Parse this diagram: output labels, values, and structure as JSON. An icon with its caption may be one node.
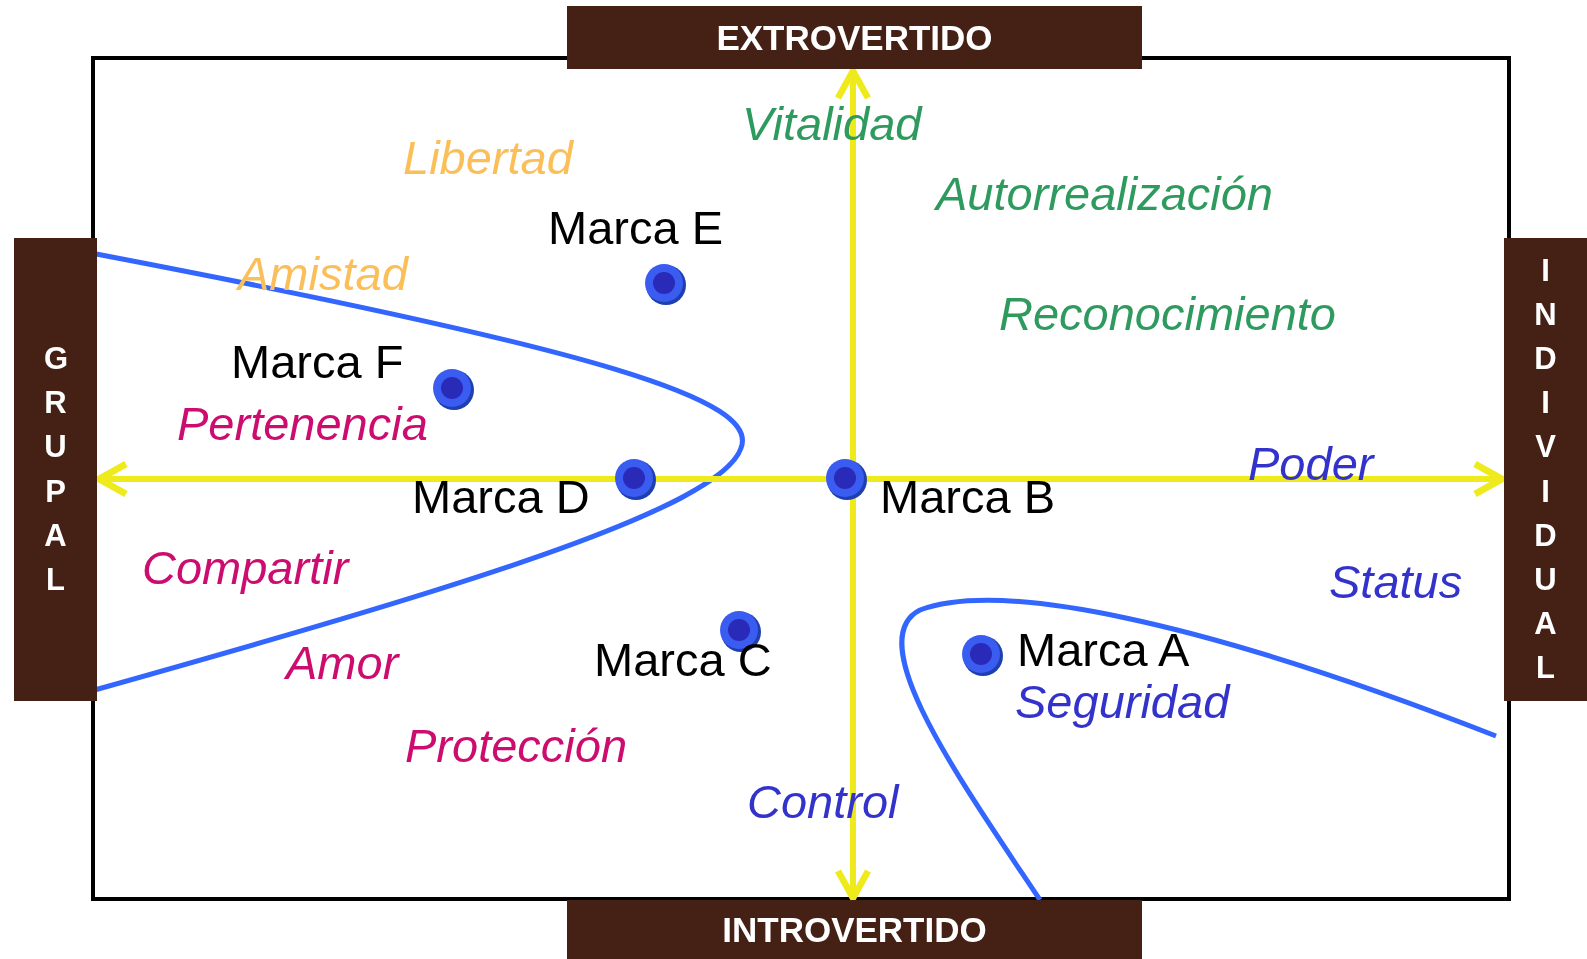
{
  "diagram": {
    "nodes": [
      {
        "text": [
          "EXTROVERTIDO"
        ]
      },
      {
        "text": [
          "GRUPAL"
        ]
      },
      {
        "text": [
          "INDIVIDUAL"
        ]
      },
      {
        "text": [
          "INTROVERTIDO"
        ]
      }
    ],
    "edges": [
      {
        "from": 3,
        "to": 0,
        "arrow": "both",
        "color": "#eeea1c"
      },
      {
        "from": 1,
        "to": 2,
        "arrow": "both",
        "color": "#eeea1c"
      }
    ],
    "labels": [
      "Libertad",
      "Vitalidad",
      "Autorrealización",
      "Marca E",
      "Amistad",
      "Reconocimiento",
      "Marca F",
      "Pertenencia",
      "Poder",
      "Marca D",
      "Marca B",
      "Compartir",
      "Status",
      "Marca A",
      "Seguridad",
      "Amor",
      "Marca C",
      "Protección",
      "Control"
    ]
  }
}
